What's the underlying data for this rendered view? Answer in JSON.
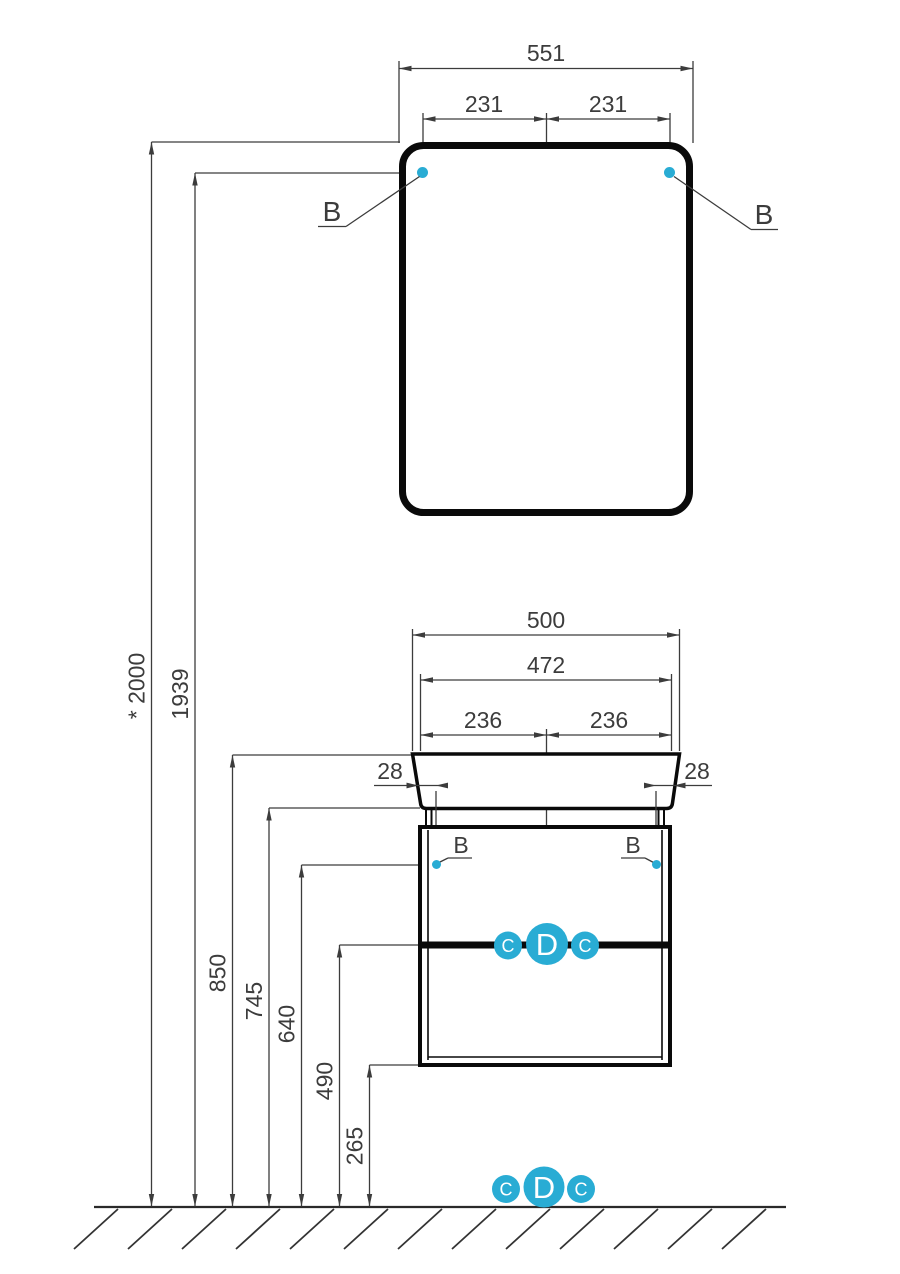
{
  "colors": {
    "accent": "#29acd4",
    "line": "#3c3c3c",
    "ink": "#0a0a0a"
  },
  "mirror": {
    "width": "551",
    "mount_offset_left": "231",
    "mount_offset_right": "231",
    "mount_point_left": "B",
    "mount_point_right": "B"
  },
  "cabinet": {
    "basin_width": "500",
    "body_width": "472",
    "center_offset_left": "236",
    "center_offset_right": "236",
    "edge_offset_left": "28",
    "edge_offset_right": "28",
    "mount_point_left": "B",
    "mount_point_right": "B",
    "siphon_marks": {
      "left": "C",
      "center": "D",
      "right": "C"
    }
  },
  "heights": {
    "mirror_top": "* 2000",
    "mirror_mount": "1939",
    "basin_rim": "850",
    "basin_bottom": "745",
    "cabinet_mount": "640",
    "drawer_divider": "490",
    "cabinet_bottom": "265"
  },
  "floor_siphon_marks": {
    "left": "C",
    "center": "D",
    "right": "C"
  }
}
